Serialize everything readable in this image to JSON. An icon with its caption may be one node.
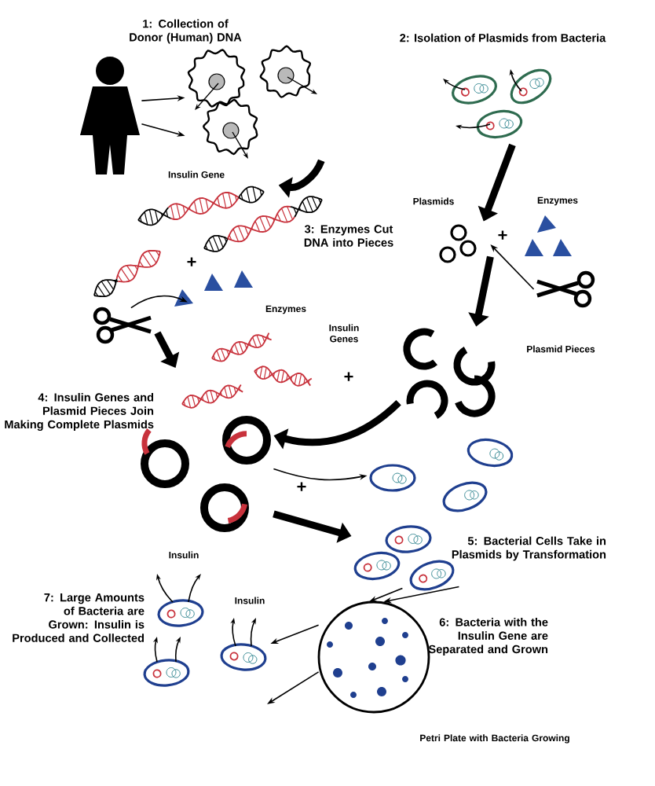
{
  "diagram": {
    "nodes": [
      {
        "text": [],
        "shape": "person"
      },
      {
        "text": [],
        "shape": "picture"
      },
      {
        "text": [],
        "shape": "picture",
        "beside": [
          "Insulin Gene"
        ]
      },
      {
        "text": [],
        "shape": "picture"
      },
      {
        "text": [],
        "shape": "picture",
        "beside": [
          "Plasmids"
        ]
      },
      {
        "text": [],
        "shape": "picture",
        "beside": [
          "Enzymes"
        ]
      },
      {
        "text": [],
        "shape": "picture"
      },
      {
        "text": [],
        "shape": "picture",
        "beside": [
          "Plasmid Pieces"
        ]
      },
      {
        "text": [],
        "shape": "picture"
      },
      {
        "text": [],
        "shape": "picture",
        "beside": [
          "Enzymes"
        ]
      },
      {
        "text": [],
        "shape": "picture",
        "beside": [
          "Insulin Genes"
        ]
      },
      {
        "text": [],
        "shape": "picture"
      },
      {
        "text": [],
        "shape": "picture"
      },
      {
        "text": [],
        "shape": "picture"
      },
      {
        "text": [],
        "shape": "picture",
        "beside": [
          "Petri Plate with Bacteria Growing"
        ]
      },
      {
        "text": [],
        "shape": "picture",
        "beside": [
          "Insulin"
        ]
      },
      {
        "text": [],
        "shape": "picture",
        "beside": [
          "Insulin"
        ]
      }
    ],
    "edges": [
      {
        "from": 0,
        "to": 1,
        "arrow": "to"
      },
      {
        "from": 0,
        "to": 1,
        "arrow": "to"
      },
      {
        "from": 1,
        "to": 2,
        "arrow": "to",
        "style": "thick"
      },
      {
        "from": 8,
        "to": 2,
        "arrow": "to"
      },
      {
        "from": 8,
        "to": 10,
        "arrow": "to",
        "style": "thick"
      },
      {
        "from": 3,
        "to": 4,
        "arrow": "to",
        "style": "thick"
      },
      {
        "from": 6,
        "to": 4,
        "arrow": "to"
      },
      {
        "from": 4,
        "to": 7,
        "arrow": "to",
        "style": "thick"
      },
      {
        "from": 7,
        "to": 11,
        "arrow": "to",
        "style": "thick"
      },
      {
        "from": 11,
        "to": 12,
        "arrow": "to"
      },
      {
        "from": 11,
        "to": 13,
        "arrow": "to",
        "style": "thick"
      },
      {
        "from": 13,
        "to": 14,
        "arrow": "to"
      },
      {
        "from": 13,
        "to": 14,
        "arrow": "to"
      },
      {
        "from": 14,
        "to": 16,
        "arrow": "to"
      },
      {
        "from": 14,
        "to": null,
        "arrow": "to"
      }
    ],
    "labels": [
      "1:  Collection of Donor (Human) DNA",
      "2: Isolation of Plasmids from Bacteria",
      "+",
      "3: Enzymes Cut DNA into Pieces",
      "+",
      "+",
      "4:  Insulin Genes and Plasmid Pieces Join Making Complete Plasmids",
      "+",
      "5:  Bacterial Cells Take in Plasmids by Transformation",
      "7: Large Amounts of Bacteria are Grown: Insulin is Produced and Collected",
      "6:  Bacteria with the Insulin Gene are Separated and Grown"
    ]
  }
}
